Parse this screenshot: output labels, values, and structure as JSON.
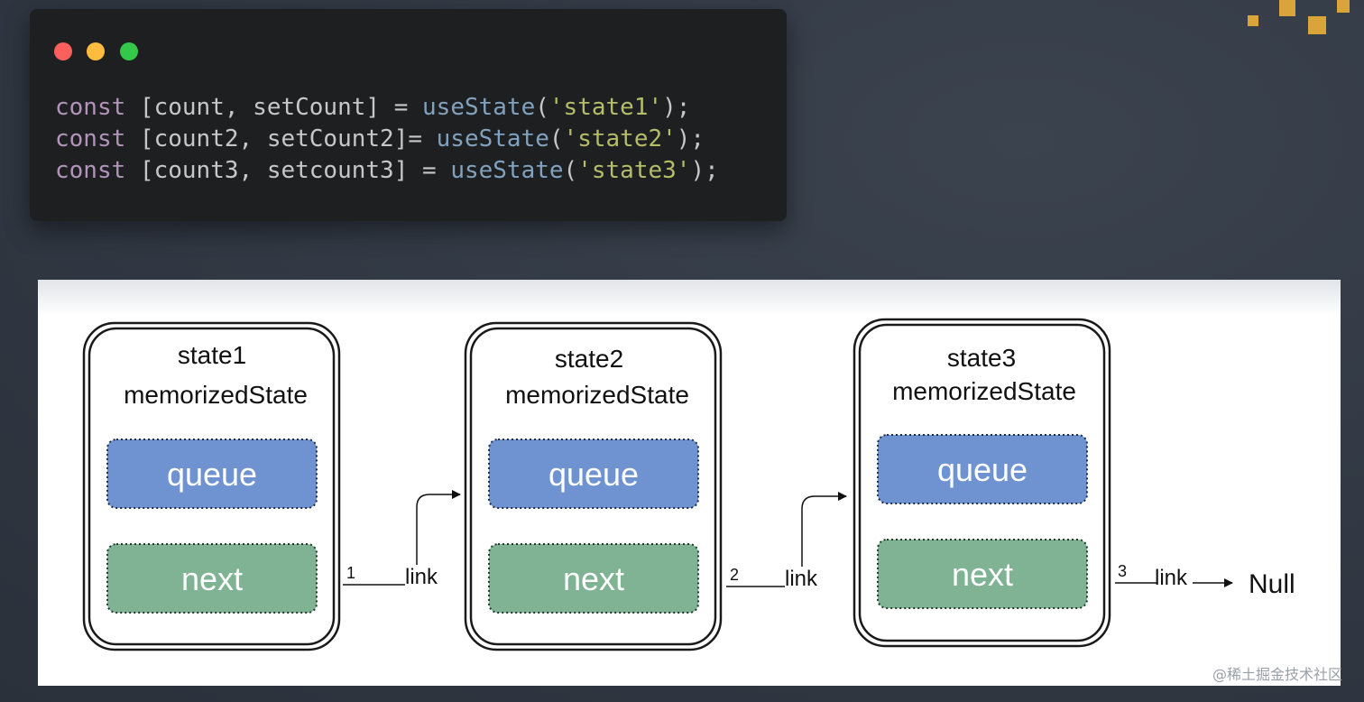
{
  "code": {
    "lines": [
      {
        "kw": "const",
        "decl": " [count, setCount] = ",
        "fn": "useState",
        "open": "(",
        "str": "'state1'",
        "close": ");"
      },
      {
        "kw": "const",
        "decl": " [count2, setCount2]= ",
        "fn": "useState",
        "open": "(",
        "str": "'state2'",
        "close": ");"
      },
      {
        "kw": "const",
        "decl": " [count3, setcount3] = ",
        "fn": "useState",
        "open": "(",
        "str": "'state3'",
        "close": ");"
      }
    ]
  },
  "diagram": {
    "nodes": [
      {
        "title": "state1",
        "subtitle": "memorizedState",
        "queue": "queue",
        "next": "next"
      },
      {
        "title": "state2",
        "subtitle": "memorizedState",
        "queue": "queue",
        "next": "next"
      },
      {
        "title": "state3",
        "subtitle": "memorizedState",
        "queue": "queue",
        "next": "next"
      }
    ],
    "links": [
      {
        "number": "1",
        "label": "link"
      },
      {
        "number": "2",
        "label": "link"
      },
      {
        "number": "3",
        "label": "link"
      }
    ],
    "terminal": "Null"
  },
  "colors": {
    "queue_fill": "#6f93d1",
    "next_fill": "#7fb394",
    "box_stroke": "#1a1a1a"
  },
  "watermark": "@稀土掘金技术社区"
}
